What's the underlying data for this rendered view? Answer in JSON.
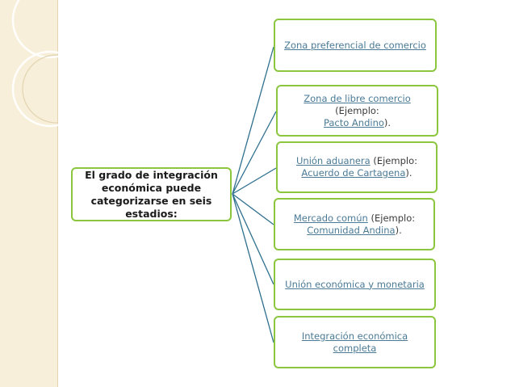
{
  "root": {
    "line1": "El grado de integración",
    "line2": "económica puede",
    "line3": "categorizarse en seis",
    "line4": "estadios:"
  },
  "stages": [
    {
      "link": "Zona preferencial de comercio"
    },
    {
      "link": "Zona de libre comercio",
      "pre": " (Ejemplo:",
      "link2": "Pacto Andino",
      "post": ")."
    },
    {
      "link": "Unión aduanera",
      "pre": " (Ejemplo:",
      "link2": "Acuerdo de Cartagena",
      "post": ")."
    },
    {
      "link": "Mercado común",
      "pre": " (Ejemplo:",
      "link2": "Comunidad Andina",
      "post": ")."
    },
    {
      "link": "Unión económica y monetaria"
    },
    {
      "link": "Integración económica completa"
    }
  ],
  "colors": {
    "box_border": "#8cc63f",
    "connector": "#2e6f8e",
    "link": "#4a7a96",
    "sidebar": "#f7efd9"
  }
}
